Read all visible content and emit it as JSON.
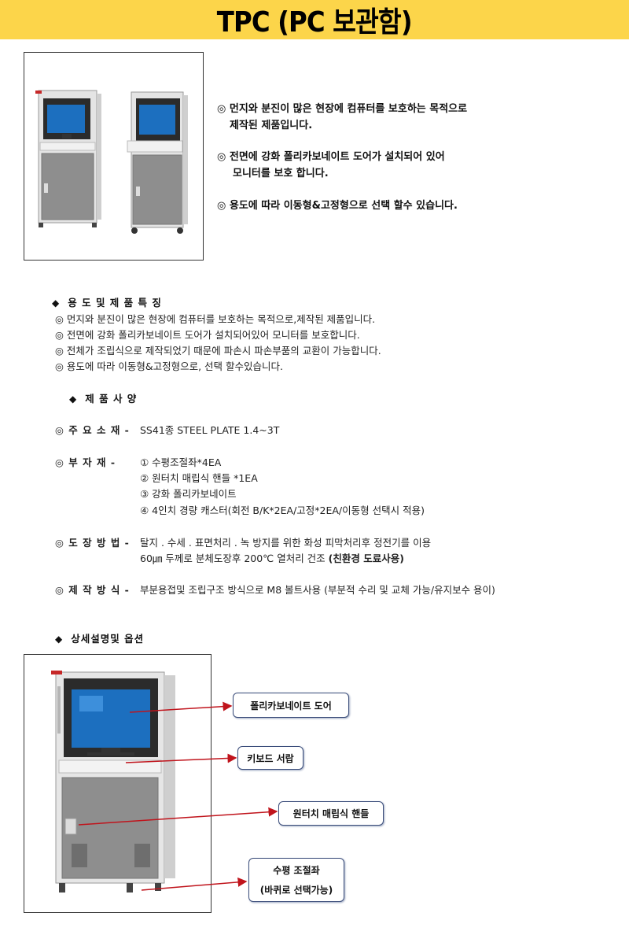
{
  "title": "TPC (PC 보관함)",
  "intro": {
    "line1a": "◎ 먼지와 분진이 많은 현장에 컴퓨터를 보호하는 목적으로",
    "line1b": "제작된 제품입니다.",
    "line2a": "◎ 전면에 강화 폴리카보네이트 도어가 설치되어 있어",
    "line2b": "모니터를 보호 합니다.",
    "line3": "◎ 용도에 따라 이동형&고정형으로 선택 할수 있습니다."
  },
  "features": {
    "heading": "용 도 및  제 품 특 징",
    "items": [
      "◎ 먼지와 분진이 많은 현장에 컴퓨터를 보호하는 목적으로,제작된 제품입니다.",
      "◎ 전면에 강화 폴리카보네이트 도어가 설치되어있어 모니터를 보호합니다.",
      "◎ 전체가 조립식으로 제작되었기 때문에 파손시 파손부품의 교환이 가능합니다.",
      "◎ 용도에 따라 이동형&고정형으로, 선택 할수있습니다."
    ]
  },
  "specs": {
    "heading": "제  품  사  양",
    "material_label": "◎ 주 요 소 재 -",
    "material_value": "SS41종 STEEL PLATE 1.4~3T",
    "parts_label": "◎  부   자   재 -",
    "parts": [
      "① 수평조절좌*4EA",
      "② 원터치 매립식 핸들 *1EA",
      "③ 강화 폴리카보네이트",
      "④ 4인치 경량 캐스터(회전 B/K*2EA/고정*2EA/이동형 선택시 적용)"
    ],
    "coating_label": "◎ 도 장 방 법 -",
    "coating_line1": "탈지 . 수세 . 표면처리 . 녹 방지를 위한 화성 피막처리후 정전기를 이용",
    "coating_line2": "60㎛ 두께로 분체도장후 200℃ 열처리 건조",
    "coating_bold": "(친환경 도료사용)",
    "method_label": "◎ 제 작 방 식 -",
    "method_value": "부분용접및 조립구조 방식으로 M8 볼트사용 (부분적 수리 및 교체 가능/유지보수 용이)"
  },
  "details": {
    "heading": "상세설명및 옵션",
    "callouts": [
      "폴리카보네이트 도어",
      "키보드 서랍",
      "원터치 매립식 핸들",
      "수평 조절좌",
      "(바퀴로 선택가능)"
    ]
  },
  "colors": {
    "title_bg": "#fcd54a",
    "callout_border": "#3b4d7a",
    "arrow": "#c0141c",
    "cabinet": "#e6e6e6",
    "door": "#8e8e8e"
  }
}
